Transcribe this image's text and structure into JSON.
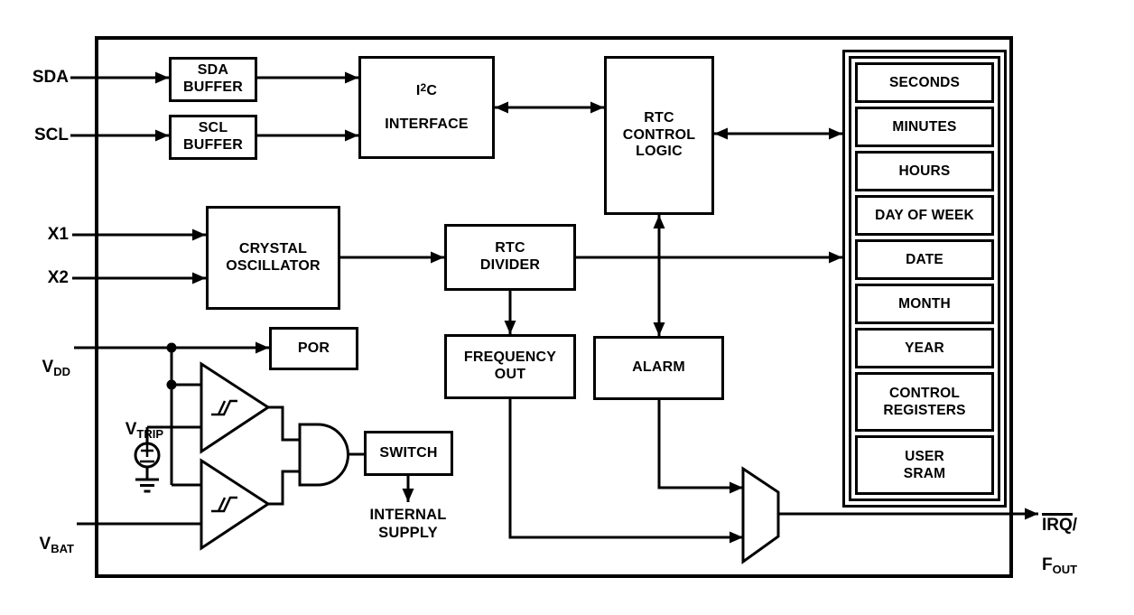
{
  "diagram": {
    "colors": {
      "line": "#000000",
      "background": "#ffffff"
    },
    "pins": {
      "sda": {
        "label": "SDA"
      },
      "scl": {
        "label": "SCL"
      },
      "x1": {
        "label": "X1"
      },
      "x2": {
        "label": "X2"
      },
      "vdd": {
        "base": "V",
        "sub": "DD"
      },
      "vtrip": {
        "base": "V",
        "sub": "TRIP"
      },
      "vbat": {
        "base": "V",
        "sub": "BAT"
      },
      "irq_fout": {
        "overline": "IRQ",
        "slash": "/",
        "base": "F",
        "sub": "OUT"
      }
    },
    "blocks": {
      "sda_buffer": "SDA\nBUFFER",
      "scl_buffer": "SCL\nBUFFER",
      "i2c": {
        "l1a": "I",
        "sup": "2",
        "l1b": "C",
        "l2": "INTERFACE"
      },
      "rtc_control_logic": "RTC\nCONTROL\nLOGIC",
      "crystal_oscillator": "CRYSTAL\nOSCILLATOR",
      "rtc_divider": "RTC\nDIVIDER",
      "por": "POR",
      "frequency_out": "FREQUENCY\nOUT",
      "alarm": "ALARM",
      "switch": "SWITCH",
      "internal_supply": "INTERNAL\nSUPPLY"
    },
    "registers": [
      "SECONDS",
      "MINUTES",
      "HOURS",
      "DAY OF WEEK",
      "DATE",
      "MONTH",
      "YEAR",
      "CONTROL\nREGISTERS",
      "USER\nSRAM"
    ]
  }
}
